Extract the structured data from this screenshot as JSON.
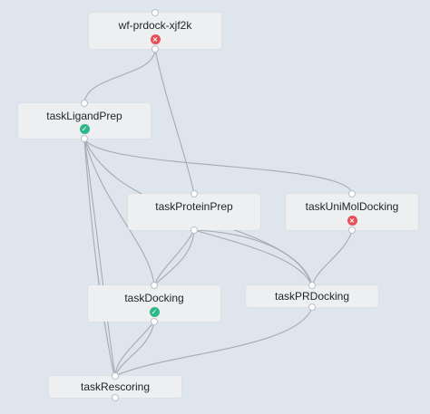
{
  "workflow": {
    "nodes": {
      "root": {
        "label": "wf-prdock-xjf2k",
        "status": "failed",
        "status_icon": "×"
      },
      "ligand_prep": {
        "label": "taskLigandPrep",
        "status": "succeeded",
        "status_icon": "✓"
      },
      "protein_prep": {
        "label": "taskProteinPrep",
        "status": "",
        "status_icon": ""
      },
      "unimol_docking": {
        "label": "taskUniMolDocking",
        "status": "failed",
        "status_icon": "×"
      },
      "docking": {
        "label": "taskDocking",
        "status": "succeeded",
        "status_icon": "✓"
      },
      "pr_docking": {
        "label": "taskPRDocking",
        "status": "",
        "status_icon": ""
      },
      "rescoring": {
        "label": "taskRescoring",
        "status": "",
        "status_icon": ""
      }
    }
  },
  "colors": {
    "background": "#dfe5ec",
    "node": "#eeeff1",
    "edge": "#a4abb3",
    "failed": "#e5505a",
    "succeeded": "#2db88a"
  }
}
